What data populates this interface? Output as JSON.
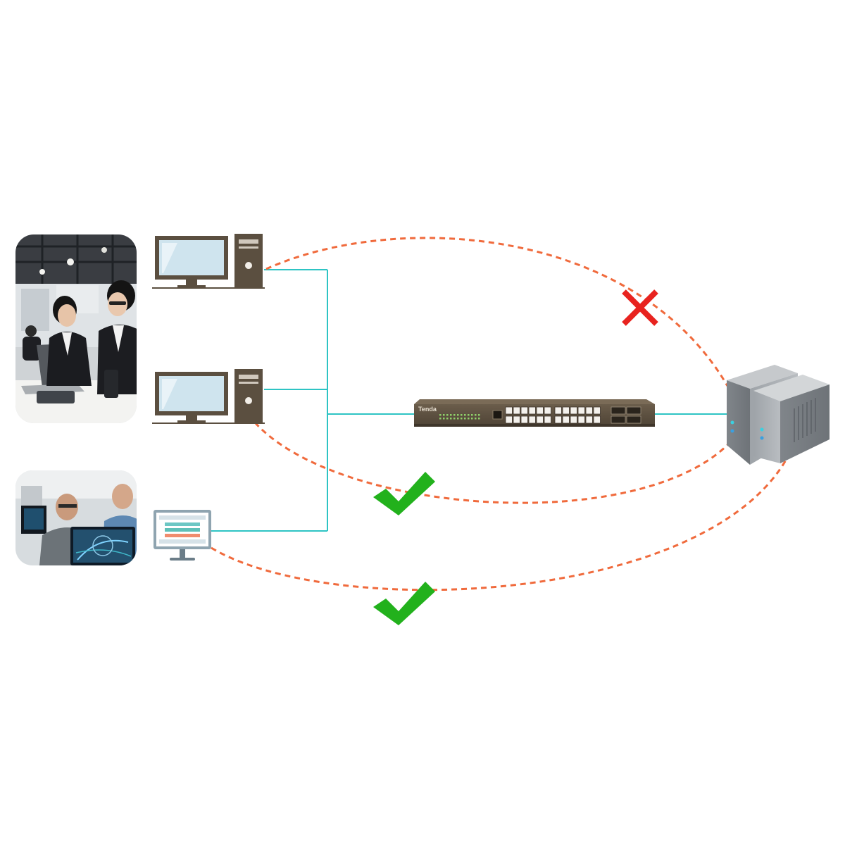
{
  "switch": {
    "brand": "Tenda",
    "body_color": "#5b4e3f",
    "port_count_rj45": 24,
    "port_count_sfp": 4
  },
  "photos": {
    "office_team": {
      "icon": "office-workers-photo"
    },
    "control_room": {
      "icon": "control-room-photo"
    }
  },
  "devices": {
    "pc_top": {
      "icon": "desktop-computer-icon"
    },
    "pc_middle": {
      "icon": "desktop-computer-icon"
    },
    "monitor_bottom": {
      "icon": "monitor-icon"
    },
    "server": {
      "icon": "server-tower-icon"
    }
  },
  "links": {
    "wire_color": "#2ec4c4",
    "path_color": "#f06a3c",
    "blocked_mark_color": "#e8231f",
    "allowed_mark_color": "#22b11c",
    "paths": [
      {
        "from": "pc_top",
        "to": "server",
        "status": "blocked"
      },
      {
        "from": "pc_middle",
        "to": "server",
        "status": "allowed"
      },
      {
        "from": "monitor_bottom",
        "to": "server",
        "status": "allowed"
      }
    ]
  }
}
